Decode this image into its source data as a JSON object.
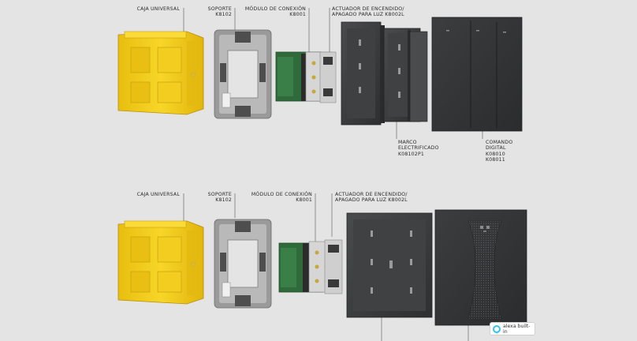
{
  "colors": {
    "background": "#e4e4e4",
    "box_yellow": "#f4d21f",
    "panel_dark": "#38393b",
    "pcb_green": "#2f6b3a",
    "alexa_blue": "#31c4f3"
  },
  "top_row": {
    "caja": "CAJA UNIVERSAL",
    "soporte": "SOPORTE",
    "soporte_code": "K8102",
    "modulo": "MÓDULO DE CONEXIÓN",
    "modulo_code": "K8001",
    "actuador_1": "ACTUADOR DE ENCENDIDO/",
    "actuador_2": "APAGADO PARA LUZ K8002L",
    "marco_1": "MARCO",
    "marco_2": "ELECTRIFICADO",
    "marco_code": "K08102P1",
    "comando_1": "COMANDO",
    "comando_2": "DIGITAL",
    "comando_code1": "K08010",
    "comando_code2": "K08011"
  },
  "bottom_row": {
    "caja": "CAJA UNIVERSAL",
    "soporte": "SOPORTE",
    "soporte_code": "K8102",
    "modulo": "MÓDULO DE CONEXIÓN",
    "modulo_code": "K8001",
    "actuador_1": "ACTUADOR DE ENCENDIDO/",
    "actuador_2": "APAGADO PARA LUZ K8002L"
  },
  "badge": {
    "icon": "alexa-ring-icon",
    "text": "alexa built-in"
  }
}
